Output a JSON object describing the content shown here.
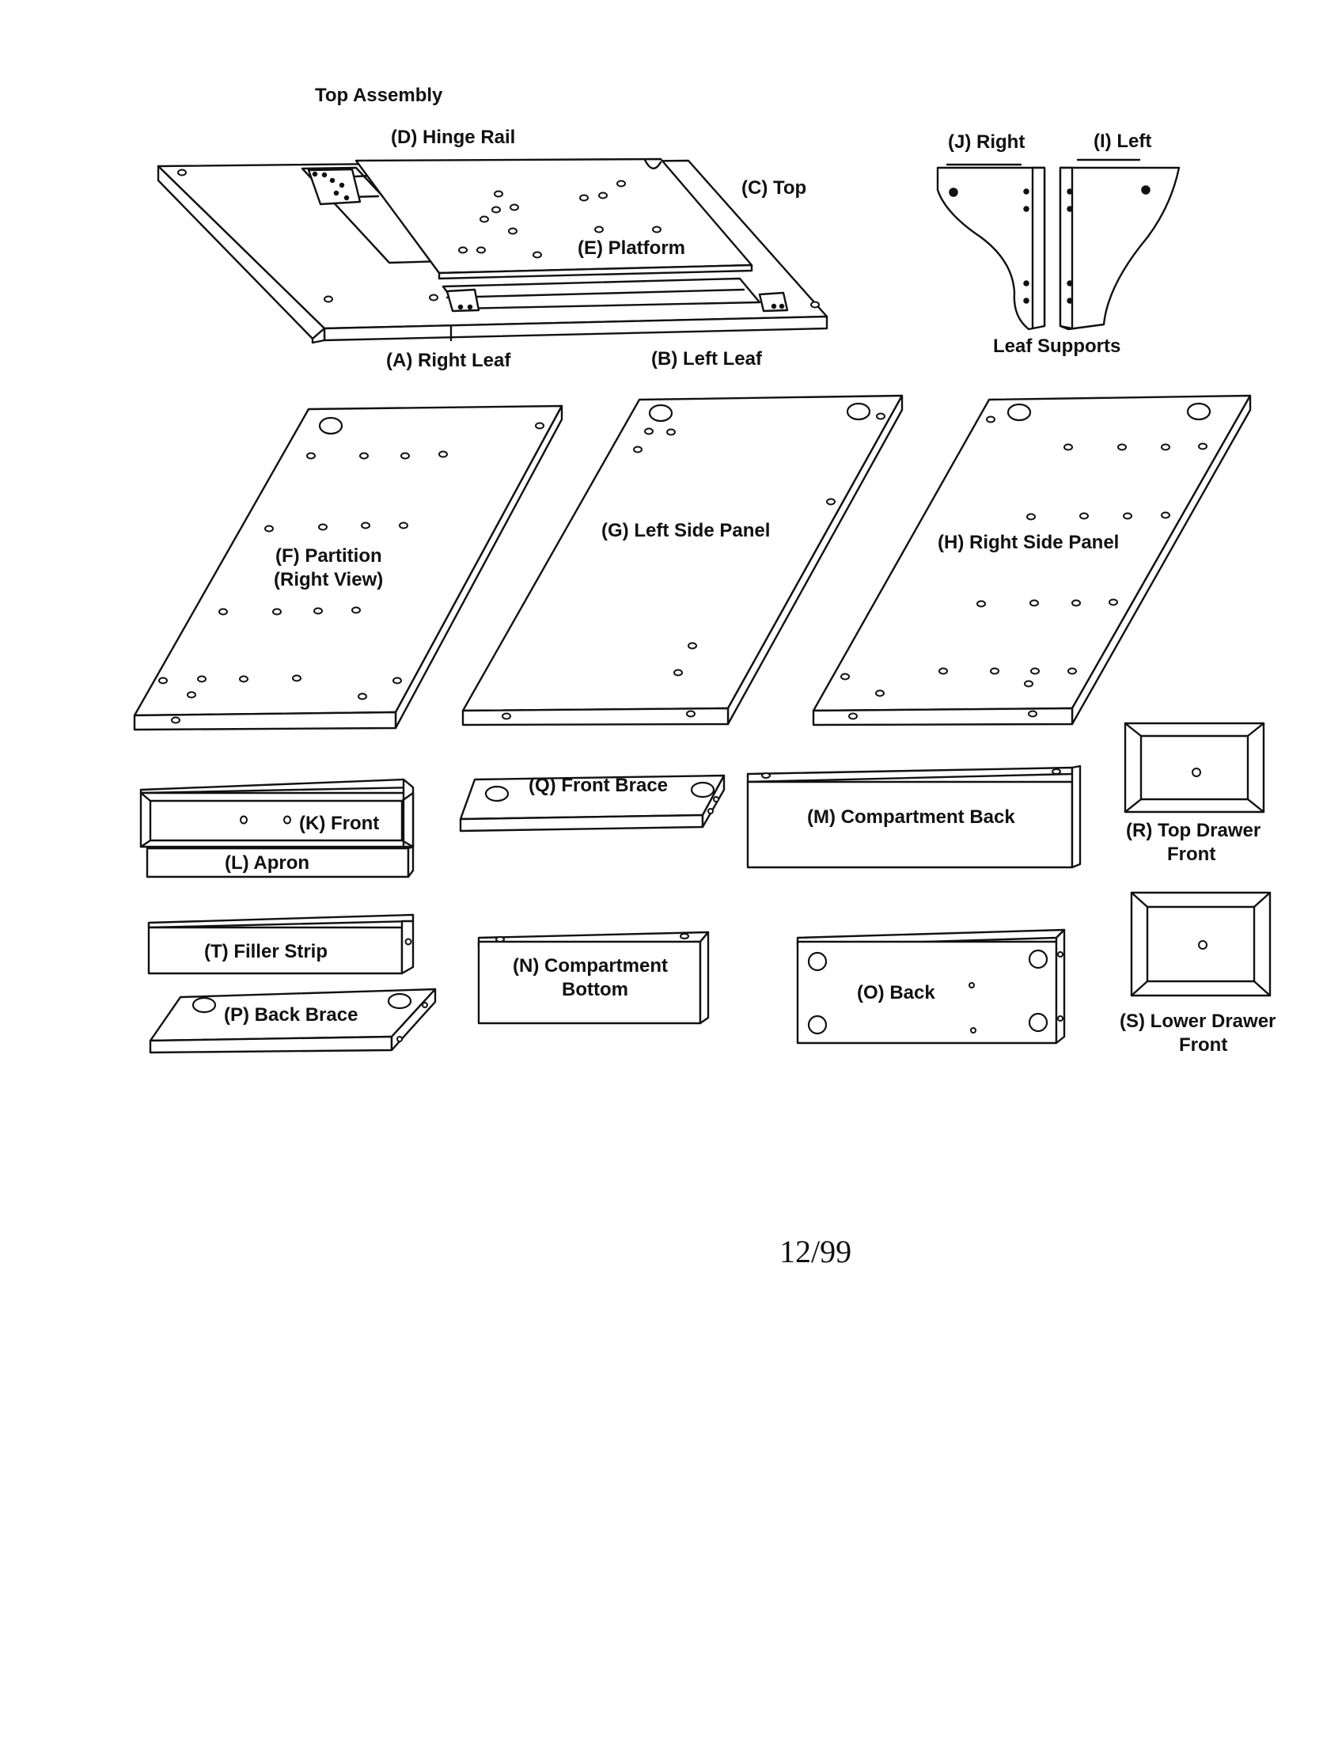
{
  "labels": {
    "top_assembly": "Top Assembly",
    "hinge_rail": "(D) Hinge Rail",
    "top": "(C) Top",
    "platform": "(E) Platform",
    "right_leaf": "(A) Right Leaf",
    "left_leaf": "(B) Left Leaf",
    "support_right": "(J) Right",
    "support_left": "(I) Left",
    "leaf_supports": "Leaf Supports",
    "partition_1": "(F) Partition",
    "partition_2": "(Right View)",
    "left_side_panel": "(G) Left Side Panel",
    "right_side_panel": "(H) Right Side Panel",
    "front": "(K) Front",
    "apron": "(L) Apron",
    "front_brace": "(Q) Front Brace",
    "compartment_back": "(M) Compartment Back",
    "top_drawer_front_1": "(R) Top Drawer",
    "top_drawer_front_2": "Front",
    "filler_strip": "(T) Filler Strip",
    "back_brace": "(P) Back Brace",
    "compartment_bottom_1": "(N) Compartment",
    "compartment_bottom_2": "Bottom",
    "back": "(O) Back",
    "lower_drawer_front_1": "(S) Lower Drawer",
    "lower_drawer_front_2": "Front"
  },
  "page_number": "12/99"
}
